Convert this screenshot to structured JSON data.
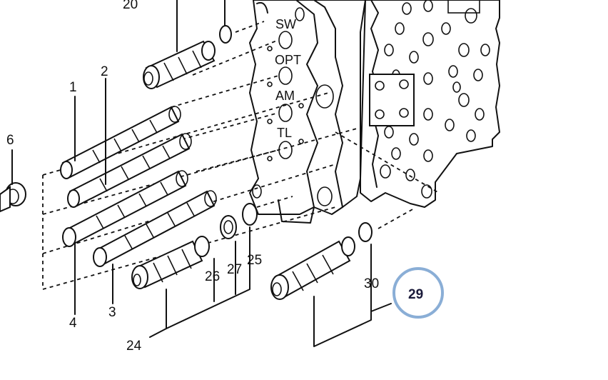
{
  "diagram": {
    "part_numbers": [
      "20",
      "1",
      "2",
      "6",
      "4",
      "3",
      "24",
      "26",
      "27",
      "25",
      "30",
      "29"
    ],
    "port_labels": [
      "SW",
      "OPT",
      "AM",
      "TL"
    ],
    "highlight": {
      "label": "29",
      "color": "#8aaed6",
      "text_color": "#1a1a3a"
    }
  }
}
